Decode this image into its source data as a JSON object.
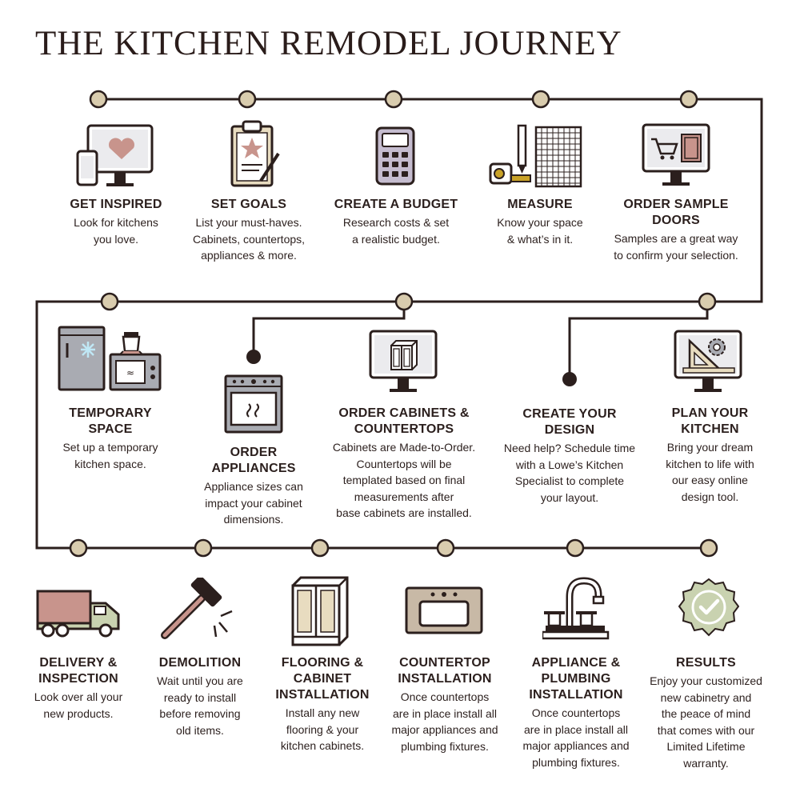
{
  "title": "THE KITCHEN REMODEL JOURNEY",
  "colors": {
    "line": "#2b1f1d",
    "node": "#d9ccae",
    "accent_pink": "#c8948c",
    "accent_tan": "#e8dcc0",
    "gray": "#a9abb2",
    "sage": "#c9d2b0"
  },
  "steps": [
    {
      "heading": "GET INSPIRED",
      "desc": "Look for kitchens\nyou love.",
      "icon": "devices-heart-icon"
    },
    {
      "heading": "SET GOALS",
      "desc": "List your must-haves.\nCabinets, countertops,\nappliances & more.",
      "icon": "clipboard-star-icon"
    },
    {
      "heading": "CREATE A BUDGET",
      "desc": "Research costs & set\na realistic budget.",
      "icon": "calculator-icon"
    },
    {
      "heading": "MEASURE",
      "desc": "Know your space\n& what’s in it.",
      "icon": "tape-measure-grid-icon"
    },
    {
      "heading": "ORDER SAMPLE\nDOORS",
      "desc": "Samples are a great way\nto confirm your selection.",
      "icon": "monitor-cart-icon"
    },
    {
      "heading": "PLAN YOUR\nKITCHEN",
      "desc": "Bring your dream\nkitchen to life with\nour easy online\ndesign tool.",
      "icon": "monitor-design-tools-icon"
    },
    {
      "heading": "CREATE YOUR\nDESIGN",
      "desc": "Need help? Schedule time\nwith a Lowe’s Kitchen\nSpecialist to complete\nyour layout.",
      "icon": "none"
    },
    {
      "heading": "ORDER CABINETS &\nCOUNTERTOPS",
      "desc": "Cabinets are Made-to-Order.\nCountertops will be\ntemplated based on final\nmeasurements after\nbase cabinets are installed.",
      "icon": "monitor-cabinet-icon"
    },
    {
      "heading": "ORDER\nAPPLIANCES",
      "desc": "Appliance sizes can\nimpact your cabinet\ndimensions.",
      "icon": "oven-icon"
    },
    {
      "heading": "TEMPORARY\nSPACE",
      "desc": "Set up a temporary\nkitchen space.",
      "icon": "fridge-microwave-icon"
    },
    {
      "heading": "DELIVERY &\nINSPECTION",
      "desc": "Look over all your\nnew products.",
      "icon": "truck-icon"
    },
    {
      "heading": "DEMOLITION",
      "desc": "Wait until you are\nready to install\nbefore removing\nold items.",
      "icon": "hammer-icon"
    },
    {
      "heading": "FLOORING &\nCABINET\nINSTALLATION",
      "desc": "Install any new\nflooring & your\nkitchen cabinets.",
      "icon": "cabinet-icon"
    },
    {
      "heading": "COUNTERTOP\nINSTALLATION",
      "desc": "Once countertops\nare in place install all\nmajor appliances and\nplumbing fixtures.",
      "icon": "countertop-sink-icon"
    },
    {
      "heading": "APPLIANCE &\nPLUMBING\nINSTALLATION",
      "desc": "Once countertops\nare in place install all\nmajor appliances and\nplumbing fixtures.",
      "icon": "faucet-icon"
    },
    {
      "heading": "RESULTS",
      "desc": "Enjoy your customized\nnew cabinetry and\nthe peace of mind\nthat comes with our\nLimited Lifetime\nwarranty.",
      "icon": "badge-check-icon"
    }
  ]
}
